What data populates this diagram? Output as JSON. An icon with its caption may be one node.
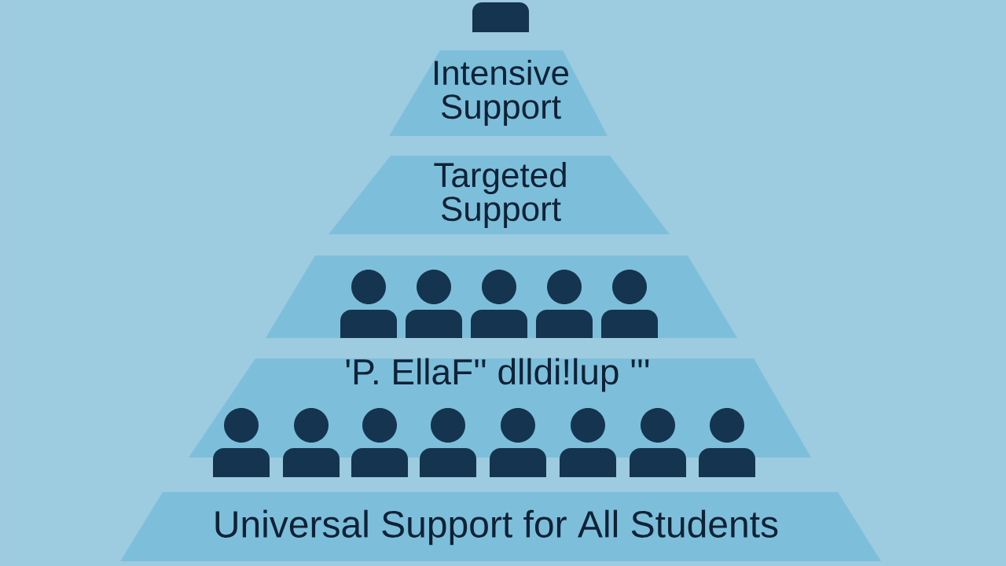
{
  "diagram": {
    "nodes": [
      {
        "text": [
          "Intensive Support"
        ]
      },
      {
        "text": [
          "Targeted Support"
        ]
      },
      {
        "text": [],
        "shape": "trapezoid"
      },
      {
        "text": [
          "'P. EllaF'' dlldi!lup '''"
        ]
      },
      {
        "text": [
          "Universal Support for All Students"
        ]
      }
    ]
  }
}
